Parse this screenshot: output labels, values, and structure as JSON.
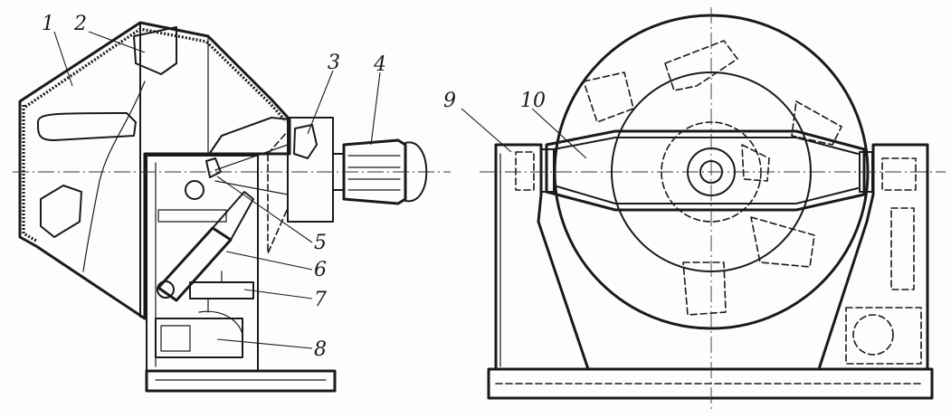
{
  "callouts": [
    "1",
    "2",
    "3",
    "4",
    "5",
    "6",
    "7",
    "8",
    "9",
    "10"
  ],
  "colors": {
    "ink": "#1a1a1a",
    "paper": "#fdfdfc"
  }
}
